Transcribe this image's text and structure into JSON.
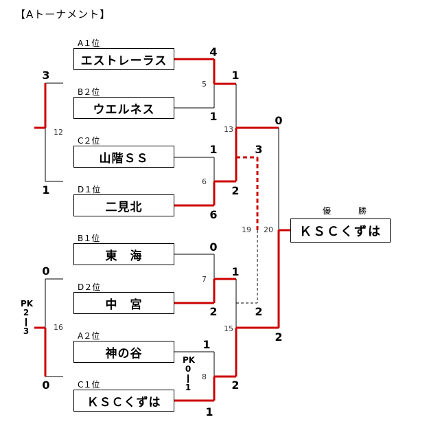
{
  "title": "【Aトーナメント】",
  "winner": {
    "heading": "優　勝",
    "name": "ＫＳＣくずは"
  },
  "teams": [
    {
      "seed": "A１位",
      "name": "エストレーラス"
    },
    {
      "seed": "B２位",
      "name": "ウエルネス"
    },
    {
      "seed": "C２位",
      "name": "山階ＳＳ"
    },
    {
      "seed": "D１位",
      "name": "二見北"
    },
    {
      "seed": "B１位",
      "name": "東　海"
    },
    {
      "seed": "D２位",
      "name": "中　宮"
    },
    {
      "seed": "A２位",
      "name": "神の谷"
    },
    {
      "seed": "C１位",
      "name": "ＫＳＣくずは"
    }
  ],
  "scores": {
    "m5_top": "4",
    "m5_bot": "1",
    "m6_top": "1",
    "m6_bot": "6",
    "m7_top": "0",
    "m7_bot": "2",
    "m8_top": "1",
    "m8_bot": "1",
    "m13_top": "1",
    "m13_bot": "2",
    "m15_top": "1",
    "m15_bot": "2",
    "m19_top": "3",
    "m19_bot": "2",
    "m20_top": "0",
    "m20_bot": "2",
    "m12_top": "3",
    "m12_bot": "1",
    "m16_top": "0",
    "m16_bot": "0"
  },
  "match_numbers": {
    "m5": "5",
    "m6": "6",
    "m7": "7",
    "m8": "8",
    "m12": "12",
    "m13": "13",
    "m15": "15",
    "m16": "16",
    "m19": "19",
    "m20": "20"
  },
  "pk": {
    "m8": {
      "label": "PK",
      "top": "0",
      "bot": "1"
    },
    "m16": {
      "label": "PK",
      "top": "2",
      "bot": "3"
    }
  },
  "colors": {
    "win_line": "#cc0000",
    "line": "#000000",
    "dashed": "#000000"
  }
}
